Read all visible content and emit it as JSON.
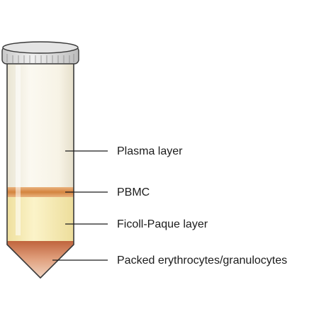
{
  "diagram": {
    "labels": [
      {
        "id": "plasma",
        "text": "Plasma layer"
      },
      {
        "id": "pbmc",
        "text": "PBMC"
      },
      {
        "id": "ficoll",
        "text": "Ficoll-Paque layer"
      },
      {
        "id": "packed",
        "text": "Packed erythrocytes/granulocytes"
      }
    ]
  },
  "colors": {
    "plasma": "#f8f6ee",
    "pbmc": "#d88c45",
    "ficoll": "#f7eeb6",
    "packed": "#c86a45",
    "cap": "#dedede",
    "outline": "#3a3a3a",
    "leader": "#1c1c1c"
  }
}
